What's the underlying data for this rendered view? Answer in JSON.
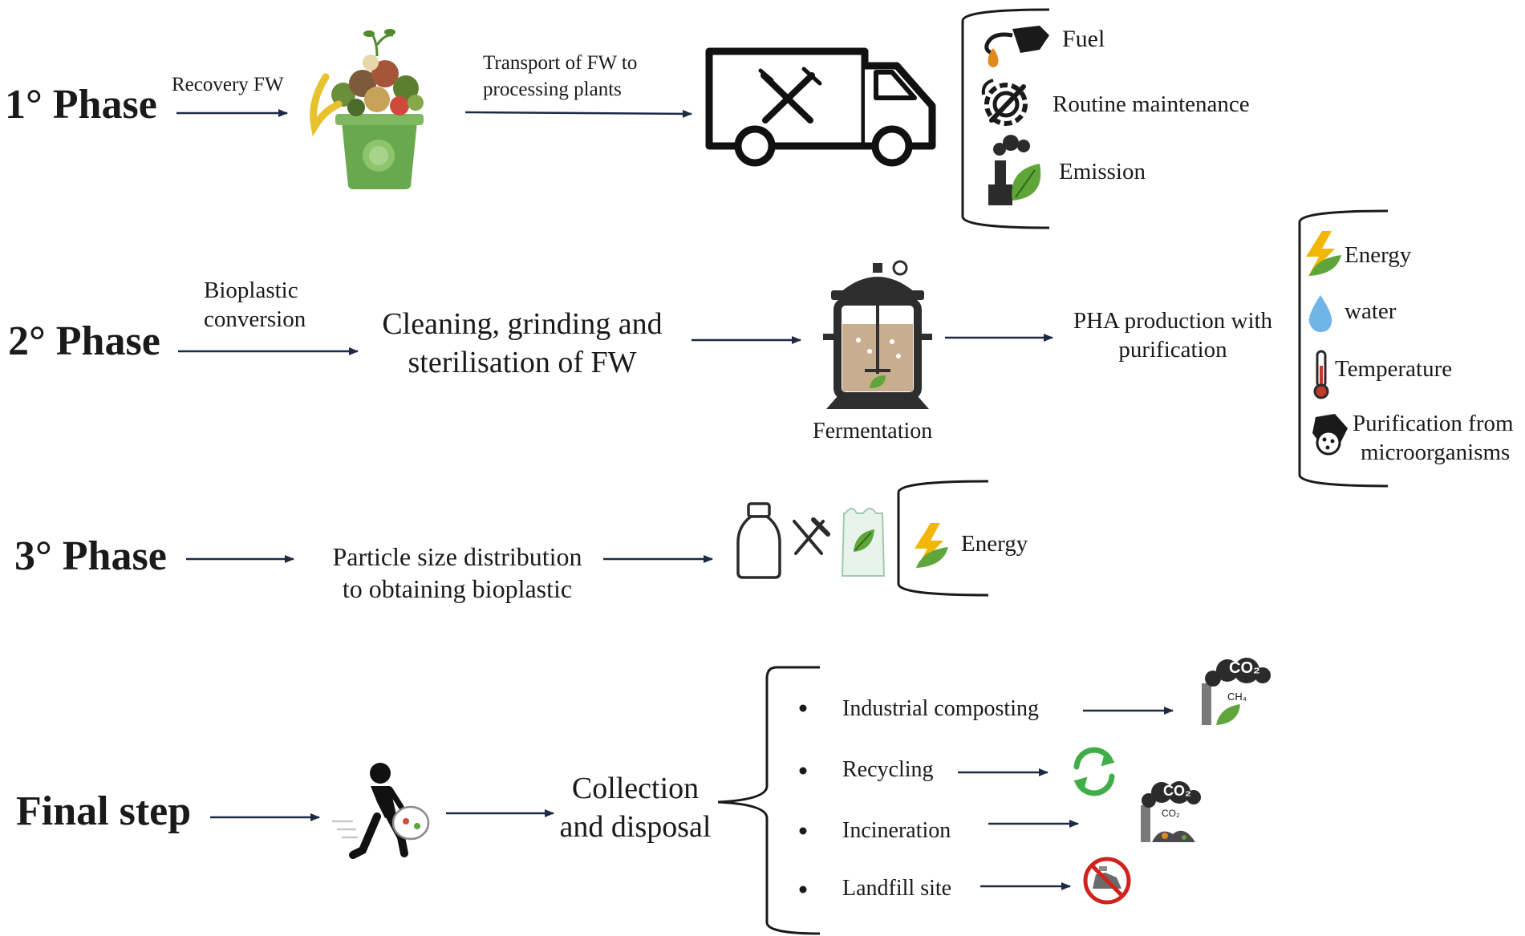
{
  "phase1": {
    "title": "1° Phase",
    "recovery_label": "Recovery FW",
    "transport_label_line1": "Transport of FW to",
    "transport_label_line2": "processing plants",
    "inputs": [
      "Fuel",
      "Routine maintenance",
      "Emission"
    ]
  },
  "phase2": {
    "title": "2° Phase",
    "conversion_line1": "Bioplastic",
    "conversion_line2": "conversion",
    "cleaning_line1": "Cleaning, grinding and",
    "cleaning_line2": "sterilisation of FW",
    "fermentation_label": "Fermentation",
    "pha_line1": "PHA production with",
    "pha_line2": "purification",
    "inputs": [
      "Energy",
      "water",
      "Temperature"
    ],
    "purification_line1": "Purification from",
    "purification_line2": "microorganisms"
  },
  "phase3": {
    "title": "3° Phase",
    "particle_line1": "Particle size distribution",
    "particle_line2": "to obtaining bioplastic",
    "input": "Energy"
  },
  "final": {
    "title": "Final step",
    "collection_line1": "Collection",
    "collection_line2": "and disposal",
    "options": [
      "Industrial composting",
      "Recycling",
      "Incineration",
      "Landfill site"
    ],
    "composting_gas_1": "CO₂",
    "composting_gas_2": "CH₄",
    "incineration_gas_1": "CO₂",
    "incineration_gas_2": "CO₂"
  },
  "colors": {
    "ink": "#1a1a1a",
    "arrow": "#1d2a44",
    "bin_green": "#6aa84f",
    "leaf_green": "#5fa53a",
    "energy_yellow": "#f2b705",
    "water_blue": "#6fb6e6",
    "thermo_red": "#c0392b",
    "recycle_green": "#3fae49",
    "no_red": "#d0231d",
    "fuel_orange": "#e08a1e"
  }
}
